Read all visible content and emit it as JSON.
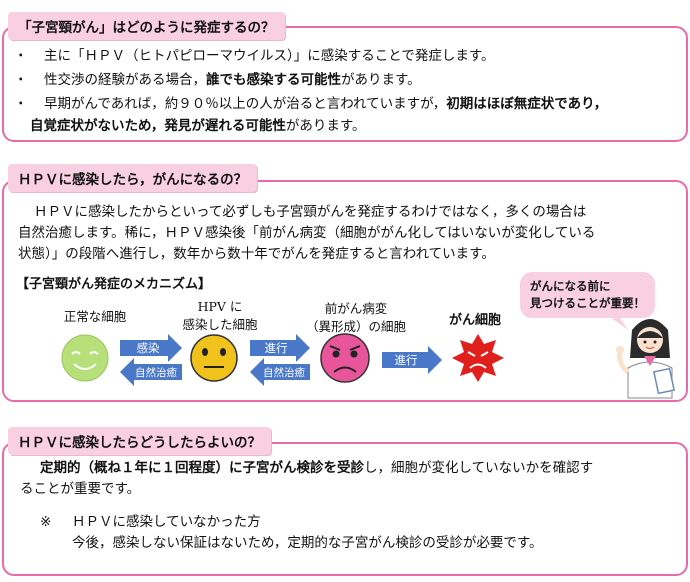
{
  "section1": {
    "heading": "「子宮頸がん」はどのように発症するの？",
    "bullets": [
      {
        "mark": "・",
        "line1": "主に「ＨＰＶ（ヒトパピローマウイルス）」に感染することで発症します。",
        "line2": ""
      },
      {
        "mark": "・",
        "line1_pre": "性交渉の経験がある場合，",
        "line1_bold": "誰でも感染する可能性",
        "line1_post": "があります。"
      },
      {
        "mark": "・",
        "line1_pre": "早期がんであれば，約９０％以上の人が治ると言われていますが，",
        "line1_bold": "初期はほぼ無症状であり，",
        "line2_bold": "自覚症状がないため，発見が遅れる可能性",
        "line2_post": "があります。"
      }
    ]
  },
  "section2": {
    "heading": "ＨＰＶに感染したら，がんになるの？",
    "para": [
      "ＨＰＶに感染したからといって必ずしも子宮頸がんを発症するわけではなく，多くの場合は",
      "自然治癒します。稀に，ＨＰＶ感染後「前がん病変（細胞ががん化してはいないが変化している",
      "状態）」の段階へ進行し，数年から数十年でがんを発症すると言われています。"
    ],
    "mechanism_title": "【子宮頸がん発症のメカニズム】",
    "stages": [
      {
        "label1": "正常な細胞",
        "label2": ""
      },
      {
        "label1": "HPV に",
        "label2": "感染した細胞"
      },
      {
        "label1": "前がん病変",
        "label2": "（異形成）の細胞"
      },
      {
        "label1": "がん細胞",
        "label2": ""
      }
    ],
    "arrows": {
      "a1_forward": "感染",
      "a1_back": "自然治癒",
      "a2_forward": "進行",
      "a2_back": "自然治癒",
      "a3_forward": "進行"
    },
    "bubble": [
      "がんになる前に",
      "見つけることが重要！"
    ]
  },
  "section3": {
    "heading": "ＨＰＶに感染したらどうしたらよいの？",
    "para1_bold": "定期的（概ね１年に１回程度）に子宮がん検診を受診",
    "para1_post": "し，細胞が変化していないかを確認す",
    "para1_line2": "ることが重要です。",
    "note_mark": "※",
    "note_title": "ＨＰＶに感染していなかった方",
    "note_body": "今後，感染しない保証はないため，定期的な子宮がん検診の受診が必要です。"
  },
  "colors": {
    "border": "#e86aa8",
    "tab": "#f9cfe2",
    "arrow": "#4a78c8",
    "normal_cell": "#b7e07a",
    "infected_cell": "#f2c21c",
    "precancer_cell": "#e8559a",
    "cancer_cell": "#e0201c"
  }
}
